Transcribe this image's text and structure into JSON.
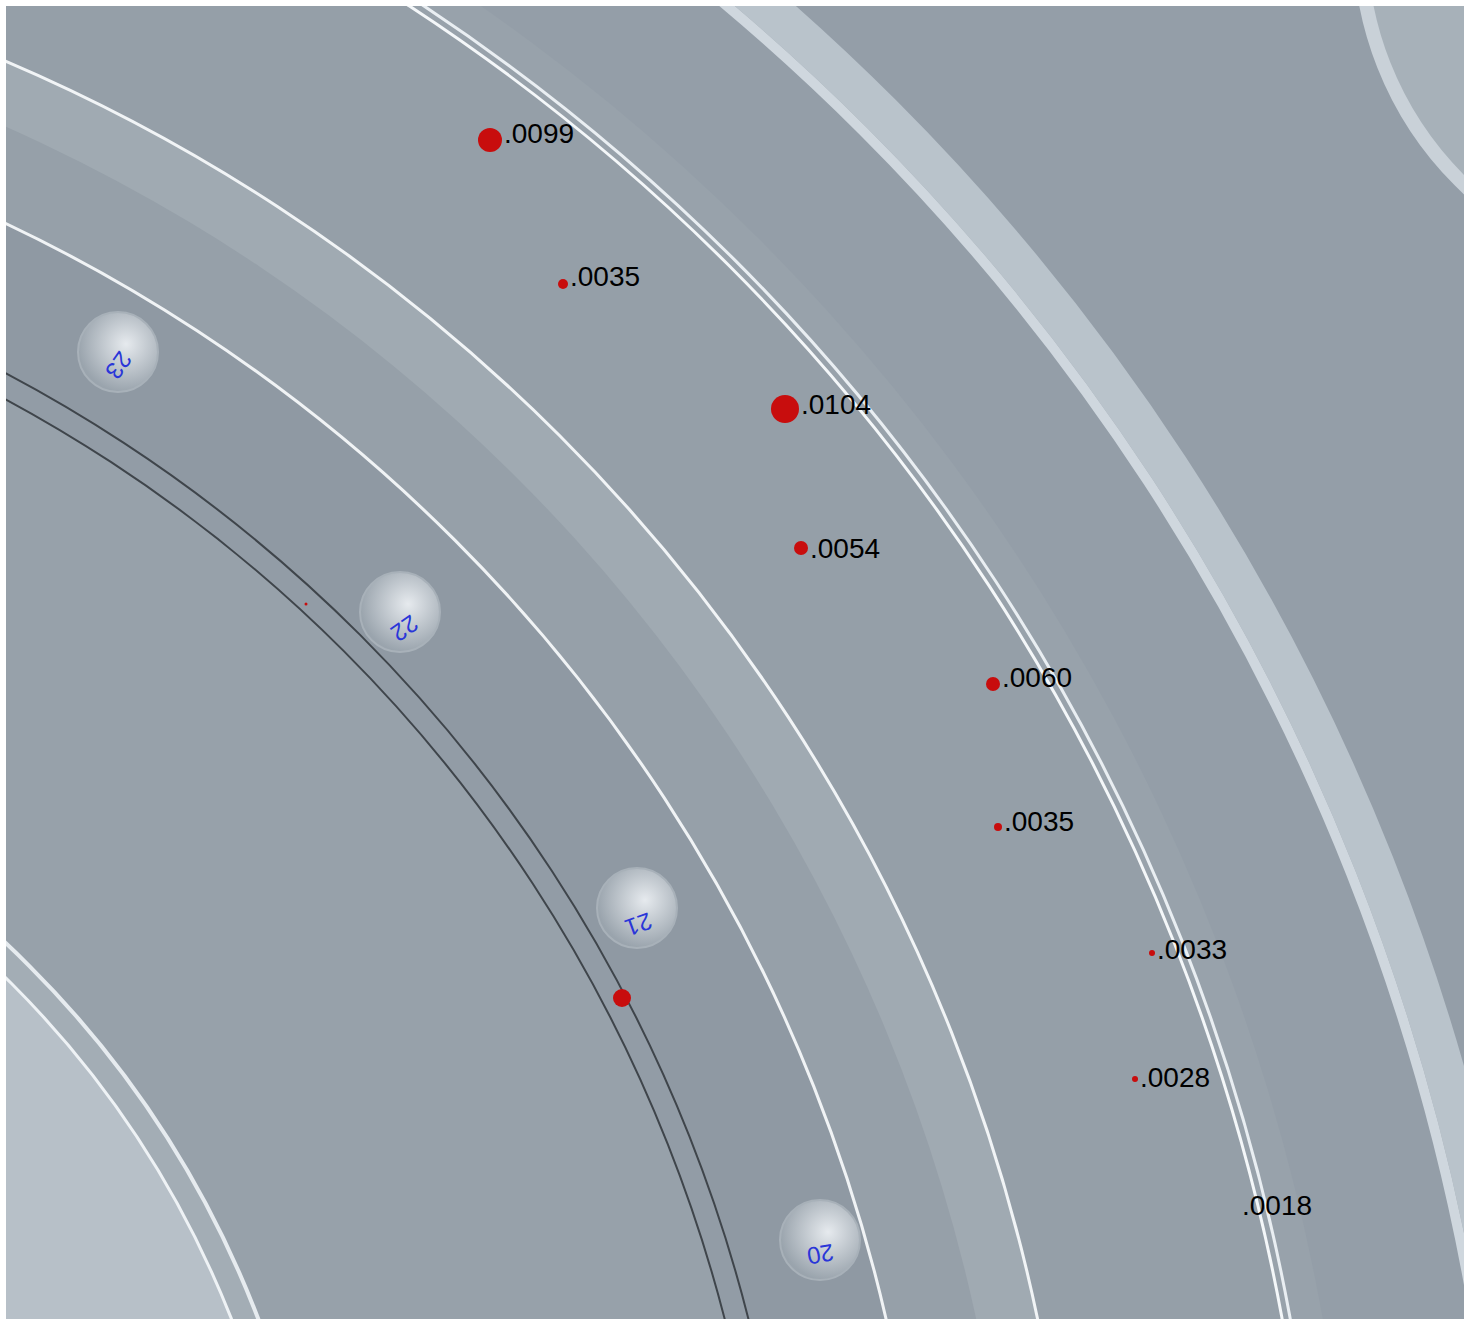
{
  "diagram": {
    "labels": [
      ".0099",
      ".0035",
      ".0104",
      ".0054",
      ".0060",
      ".0035",
      ".0033",
      ".0028",
      ".0018",
      "23",
      "22",
      "21",
      "20"
    ]
  }
}
